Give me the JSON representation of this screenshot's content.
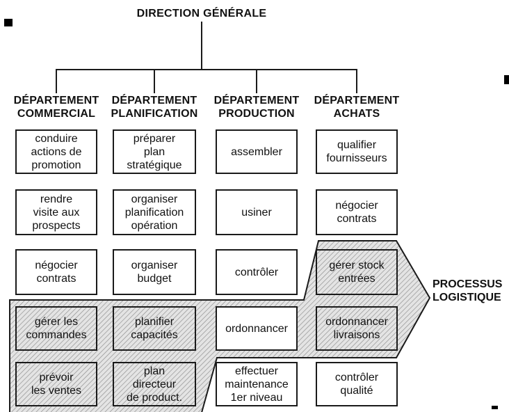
{
  "title": "DIRECTION GÉNÉRALE",
  "process_arrow": {
    "label": "PROCESSUS\nLOGISTIQUE"
  },
  "columns": [
    {
      "heading": "DÉPARTEMENT\nCOMMERCIAL",
      "boxes": [
        "conduire\nactions de\npromotion",
        "rendre\nvisite aux\nprospects",
        "négocier\ncontrats",
        "gérer les\ncommandes",
        "prévoir\nles ventes"
      ]
    },
    {
      "heading": "DÉPARTEMENT\nPLANIFICATION",
      "boxes": [
        "préparer\nplan\nstratégique",
        "organiser\nplanification\nopération",
        "organiser\nbudget",
        "planifier\ncapacités",
        "plan\ndirecteur\nde product."
      ]
    },
    {
      "heading": "DÉPARTEMENT\nPRODUCTION",
      "boxes": [
        "assembler",
        "usiner",
        "contrôler",
        "ordonnancer",
        "effectuer\nmaintenance\n1er niveau"
      ]
    },
    {
      "heading": "DÉPARTEMENT\nACHATS",
      "boxes": [
        "qualifier\nfournisseurs",
        "négocier\ncontrats",
        "gérer stock\nentrées",
        "ordonnancer\nlivraisons",
        "contrôler\nqualité"
      ]
    }
  ],
  "colors": {
    "hatch_line": "#8c8c8c",
    "hatch_bg": "#e4e4e4",
    "line": "#1a1a1a",
    "text": "#111111"
  }
}
